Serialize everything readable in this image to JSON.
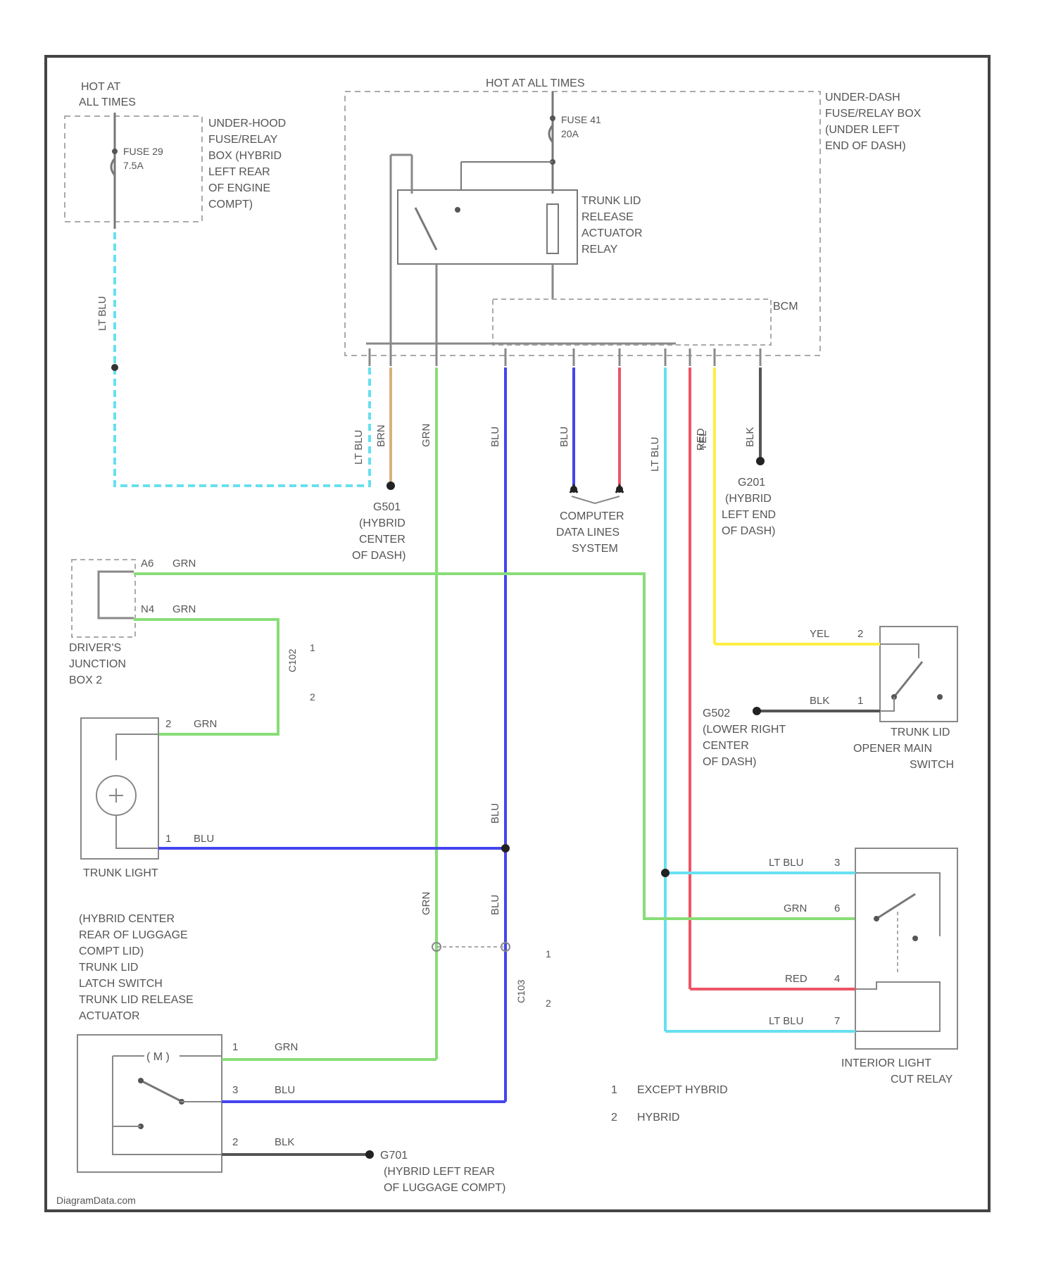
{
  "colors": {
    "frame": "#333333",
    "ltblu": "#66e0f0",
    "grn": "#88dd77",
    "blu": "#4444ee",
    "red": "#ee5566",
    "yel": "#ffee44",
    "blk": "#555555",
    "brn": "#d6b27a",
    "dash": "#aaaaaa"
  },
  "hot_left": [
    "HOT AT",
    "ALL TIMES"
  ],
  "hot_top": "HOT AT ALL TIMES",
  "underhood_box": [
    "UNDER-HOOD",
    "FUSE/RELAY",
    "BOX (HYBRID",
    "LEFT REAR",
    "OF ENGINE",
    "COMPT)"
  ],
  "fuse_left": [
    "FUSE 29",
    "7.5A"
  ],
  "fuse_top": [
    "FUSE 41",
    "20A"
  ],
  "underdash_box": [
    "UNDER-DASH",
    "FUSE/RELAY BOX",
    "(UNDER LEFT",
    "END OF DASH)"
  ],
  "relay": [
    "TRUNK LID",
    "RELEASE",
    "ACTUATOR",
    "RELAY"
  ],
  "bcm": "BCM",
  "ground_g501": [
    "G501",
    "(HYBRID",
    "CENTER",
    "OF DASH)"
  ],
  "computer_data": [
    "COMPUTER",
    "DATA LINES",
    "SYSTEM"
  ],
  "ground_g201": [
    "G201",
    "(HYBRID",
    "LEFT END",
    "OF DASH)"
  ],
  "drivers_jb": [
    "DRIVER'S",
    "JUNCTION",
    "BOX 2"
  ],
  "trunk_light": "TRUNK LIGHT",
  "g_right": [
    "G502",
    "(LOWER RIGHT",
    "CENTER",
    "OF DASH)"
  ],
  "trunk_main_switch": [
    "TRUNK LID",
    "OPENER MAIN",
    "SWITCH"
  ],
  "interior_relay": [
    "INTERIOR LIGHT",
    "CUT RELAY"
  ],
  "latch_text": [
    "(HYBRID CENTER",
    "REAR OF LUGGAGE",
    "COMPT LID)",
    "TRUNK LID",
    "LATCH SWITCH",
    "TRUNK LID RELEASE",
    "ACTUATOR"
  ],
  "g_bottom": [
    "G701",
    "(HYBRID LEFT REAR",
    "OF LUGGAGE COMPT)"
  ],
  "legend": [
    {
      "num": "1",
      "text": "EXCEPT HYBRID"
    },
    {
      "num": "2",
      "text": "HYBRID"
    }
  ],
  "watermark": "DiagramData.com",
  "wires": {
    "lt_blu": "LT BLU",
    "grn": "GRN",
    "blu": "BLU",
    "red": "RED",
    "yel": "YEL",
    "blk": "BLK",
    "brn": "BRN"
  },
  "pins": {
    "jb_a": "A6",
    "jb_b": "N4",
    "tl_2": "2",
    "tl_1": "1",
    "sw_2": "2",
    "sw_1": "1",
    "ir_3": "3",
    "ir_6": "6",
    "ir_4": "4",
    "ir_7": "7",
    "act_1": "1",
    "act_3": "3",
    "act_2": "2",
    "splice_1": "1",
    "splice_2": "2",
    "conn_a": "C102",
    "conn_b": "C103"
  }
}
